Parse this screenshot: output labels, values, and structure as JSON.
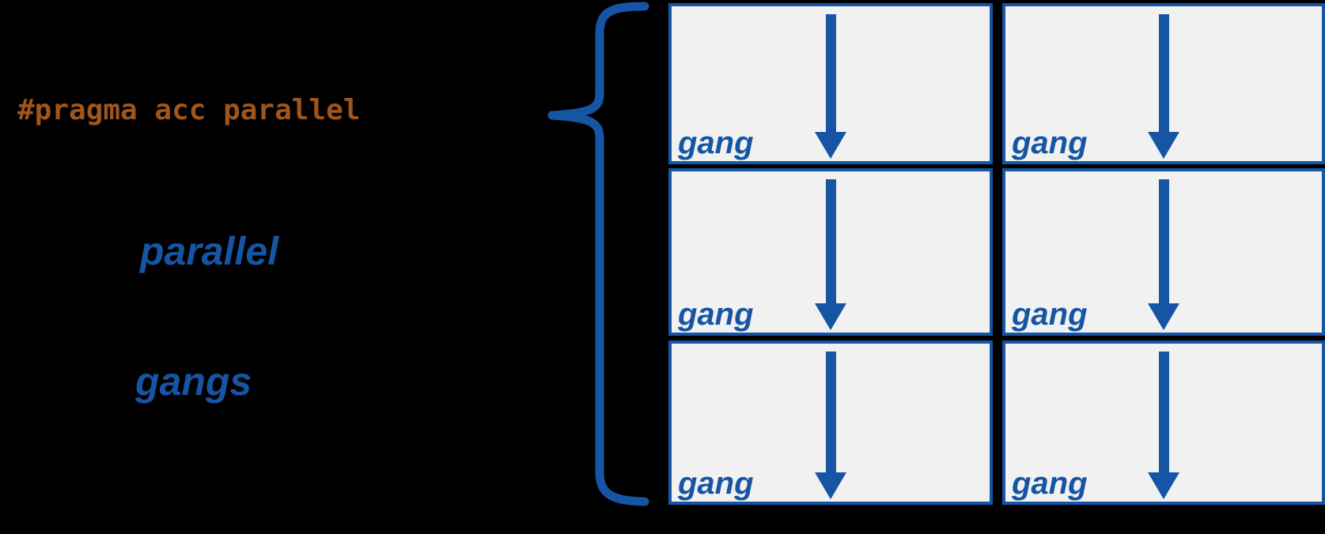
{
  "colors": {
    "background": "#000000",
    "accent_blue": "#1655A3",
    "code_orange": "#A0551B",
    "box_fill": "#F1F1F2"
  },
  "code_annotation": {
    "text": "#pragma acc parallel"
  },
  "keywords": {
    "parallel": "parallel",
    "gangs": "gangs"
  },
  "brace": {
    "icon": "left-curly-brace-icon"
  },
  "grid": {
    "rows": 3,
    "cols": 2,
    "cells": [
      {
        "label": "gang",
        "icon": "arrow-down-icon"
      },
      {
        "label": "gang",
        "icon": "arrow-down-icon"
      },
      {
        "label": "gang",
        "icon": "arrow-down-icon"
      },
      {
        "label": "gang",
        "icon": "arrow-down-icon"
      },
      {
        "label": "gang",
        "icon": "arrow-down-icon"
      },
      {
        "label": "gang",
        "icon": "arrow-down-icon"
      }
    ]
  }
}
